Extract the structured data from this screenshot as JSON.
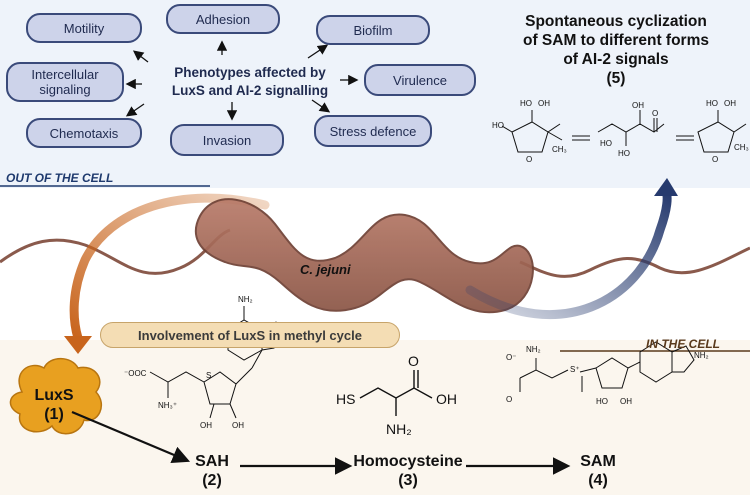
{
  "phenotypes": {
    "center_line1": "Phenotypes affected by",
    "center_line2": "LuxS and AI-2 signalling",
    "motility": "Motility",
    "adhesion": "Adhesion",
    "biofilm": "Biofilm",
    "intercellular_line1": "Intercellular",
    "intercellular_line2": "signaling",
    "virulence": "Virulence",
    "chemotaxis": "Chemotaxis",
    "invasion": "Invasion",
    "stress": "Stress defence"
  },
  "cyclization": {
    "title_line1": "Spontaneous cyclization",
    "title_line2": "of SAM to different forms",
    "title_line3": "of AI-2 signals",
    "number": "(5)"
  },
  "regions": {
    "out": "OUT OF THE CELL",
    "in": "IN THE CELL"
  },
  "organism": "C. jejuni",
  "methyl_label": "Involvement of LuxS in methyl cycle",
  "steps": {
    "luxs_name": "LuxS",
    "luxs_num": "(1)",
    "sah_name": "SAH",
    "sah_num": "(2)",
    "hcy_name": "Homocysteine",
    "hcy_num": "(3)",
    "sam_name": "SAM",
    "sam_num": "(4)"
  },
  "colors": {
    "pill_fill": "#cdd3ea",
    "pill_border": "#3a4a7a",
    "out_label": "#1f3a6e",
    "in_label": "#5a3a1c",
    "orange_arrow": "#c8641c",
    "navy_arrow": "#263a6e",
    "bacterium": "#a06858",
    "luxs_blob": "#e8a020"
  }
}
